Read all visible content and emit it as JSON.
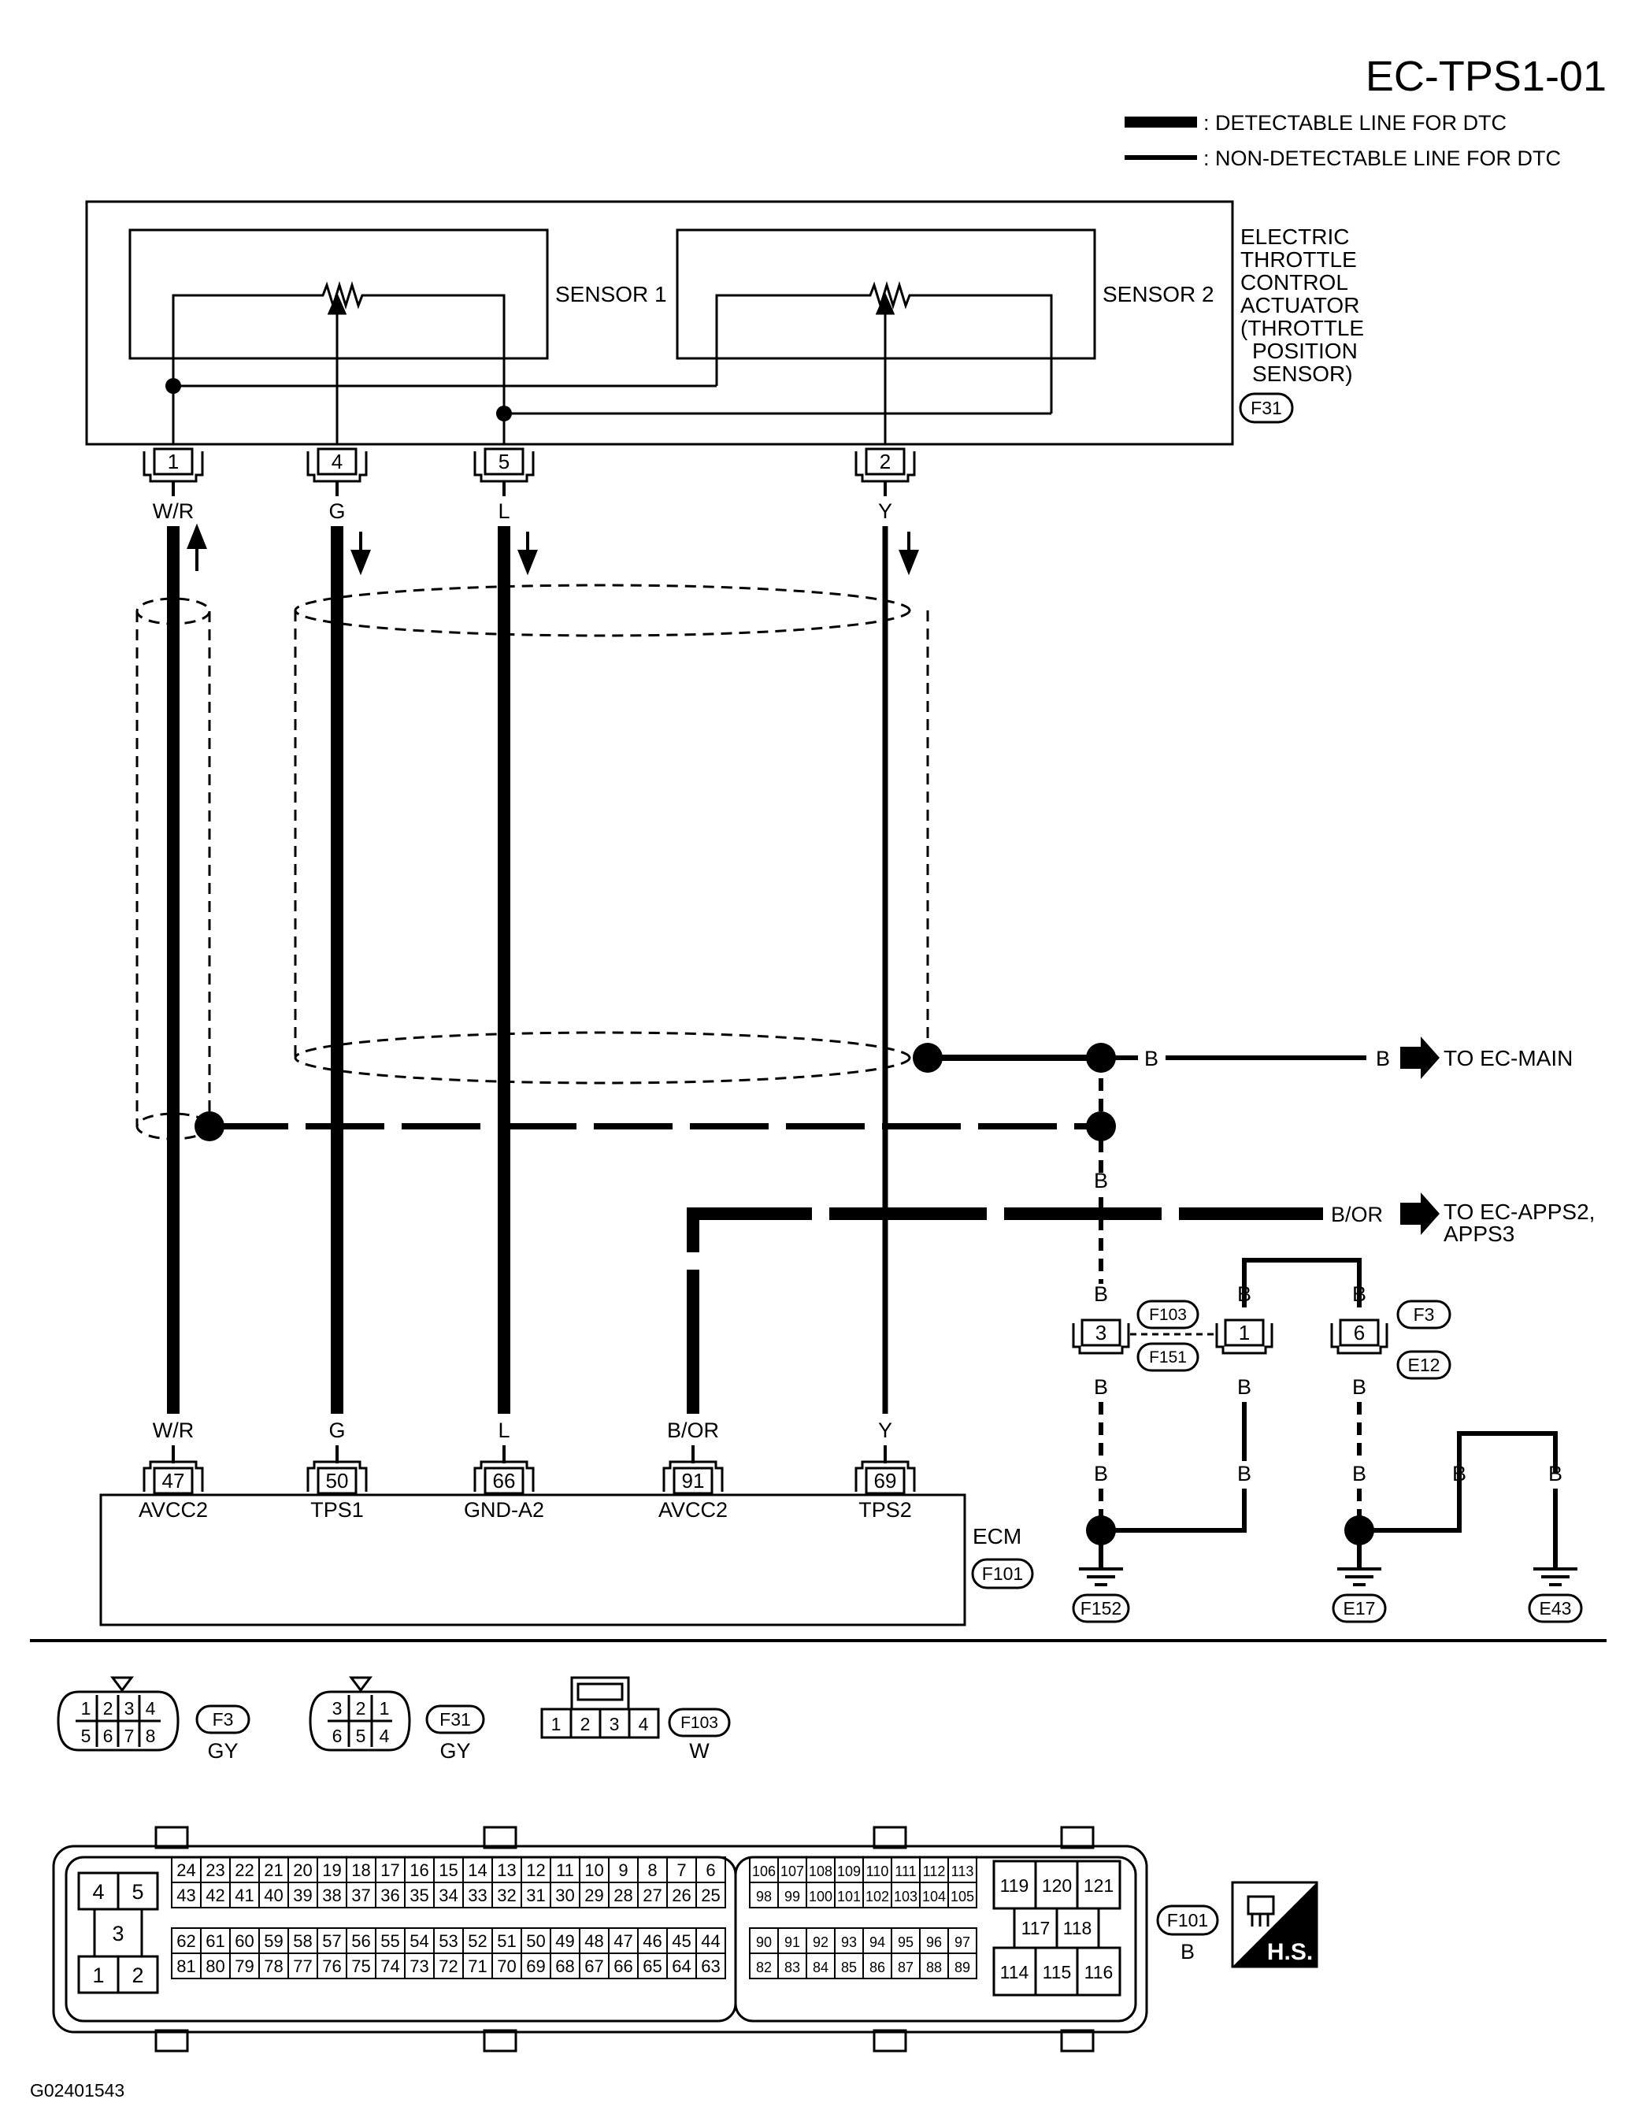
{
  "title": "EC-TPS1-01",
  "legend": {
    "detectable": ": DETECTABLE LINE FOR DTC",
    "non_detectable": ": NON-DETECTABLE LINE FOR DTC"
  },
  "actuator": {
    "sensor1": "SENSOR 1",
    "sensor2": "SENSOR 2",
    "name_lines": [
      "ELECTRIC",
      "THROTTLE",
      "CONTROL",
      "ACTUATOR",
      "(THROTTLE",
      "POSITION",
      "SENSOR)"
    ],
    "connector": "F31",
    "pins": [
      "1",
      "4",
      "5",
      "2"
    ],
    "wire_colors": [
      "W/R",
      "G",
      "L",
      "Y"
    ]
  },
  "ecm": {
    "name": "ECM",
    "connector": "F101",
    "pins": [
      "47",
      "50",
      "66",
      "91",
      "69"
    ],
    "wire_colors": [
      "W/R",
      "G",
      "L",
      "B/OR",
      "Y"
    ],
    "pin_names": [
      "AVCC2",
      "TPS1",
      "GND-A2",
      "AVCC2",
      "TPS2"
    ]
  },
  "destinations": {
    "main_color_left": "B",
    "main_color_right": "B",
    "main_dest": "TO EC-MAIN",
    "apps_color": "B/OR",
    "apps_dest_1": "TO EC-APPS2,",
    "apps_dest_2": "APPS3"
  },
  "ground_circuit": {
    "wire_color": "B",
    "pin_f103": "3",
    "pin_mid": "1",
    "pin_f3": "6",
    "conn_f103": "F103",
    "conn_f151": "F151",
    "conn_f3": "F3",
    "conn_e12": "E12",
    "grounds": [
      "F152",
      "E17",
      "E43"
    ]
  },
  "connector_views": {
    "f3": {
      "name": "F3",
      "color": "GY",
      "top": [
        "1",
        "2",
        "3",
        "4"
      ],
      "bottom": [
        "5",
        "6",
        "7",
        "8"
      ]
    },
    "f31": {
      "name": "F31",
      "color": "GY",
      "top": [
        "3",
        "2",
        "1"
      ],
      "bottom": [
        "6",
        "5",
        "4"
      ]
    },
    "f103": {
      "name": "F103",
      "color": "W",
      "pins": [
        "1",
        "2",
        "3",
        "4"
      ]
    },
    "f101": {
      "name": "F101",
      "color": "B",
      "left_block": [
        "4",
        "5",
        "3",
        "1",
        "2"
      ],
      "row1": [
        "24",
        "23",
        "22",
        "21",
        "20",
        "19",
        "18",
        "17",
        "16",
        "15",
        "14",
        "13",
        "12",
        "11",
        "10",
        "9",
        "8",
        "7",
        "6"
      ],
      "row2": [
        "43",
        "42",
        "41",
        "40",
        "39",
        "38",
        "37",
        "36",
        "35",
        "34",
        "33",
        "32",
        "31",
        "30",
        "29",
        "28",
        "27",
        "26",
        "25"
      ],
      "row3": [
        "62",
        "61",
        "60",
        "59",
        "58",
        "57",
        "56",
        "55",
        "54",
        "53",
        "52",
        "51",
        "50",
        "49",
        "48",
        "47",
        "46",
        "45",
        "44"
      ],
      "row4": [
        "81",
        "80",
        "79",
        "78",
        "77",
        "76",
        "75",
        "74",
        "73",
        "72",
        "71",
        "70",
        "69",
        "68",
        "67",
        "66",
        "65",
        "64",
        "63"
      ],
      "mid_row1": [
        "106",
        "107",
        "108",
        "109",
        "110",
        "111",
        "112",
        "113"
      ],
      "mid_row2": [
        "98",
        "99",
        "100",
        "101",
        "102",
        "103",
        "104",
        "105"
      ],
      "mid_row3": [
        "90",
        "91",
        "92",
        "93",
        "94",
        "95",
        "96",
        "97"
      ],
      "mid_row4": [
        "82",
        "83",
        "84",
        "85",
        "86",
        "87",
        "88",
        "89"
      ],
      "right_top": [
        "119",
        "120",
        "121"
      ],
      "right_mid": [
        "117",
        "118"
      ],
      "right_bottom": [
        "114",
        "115",
        "116"
      ]
    },
    "hs_badge": "H.S."
  },
  "figure_id": "G02401543"
}
